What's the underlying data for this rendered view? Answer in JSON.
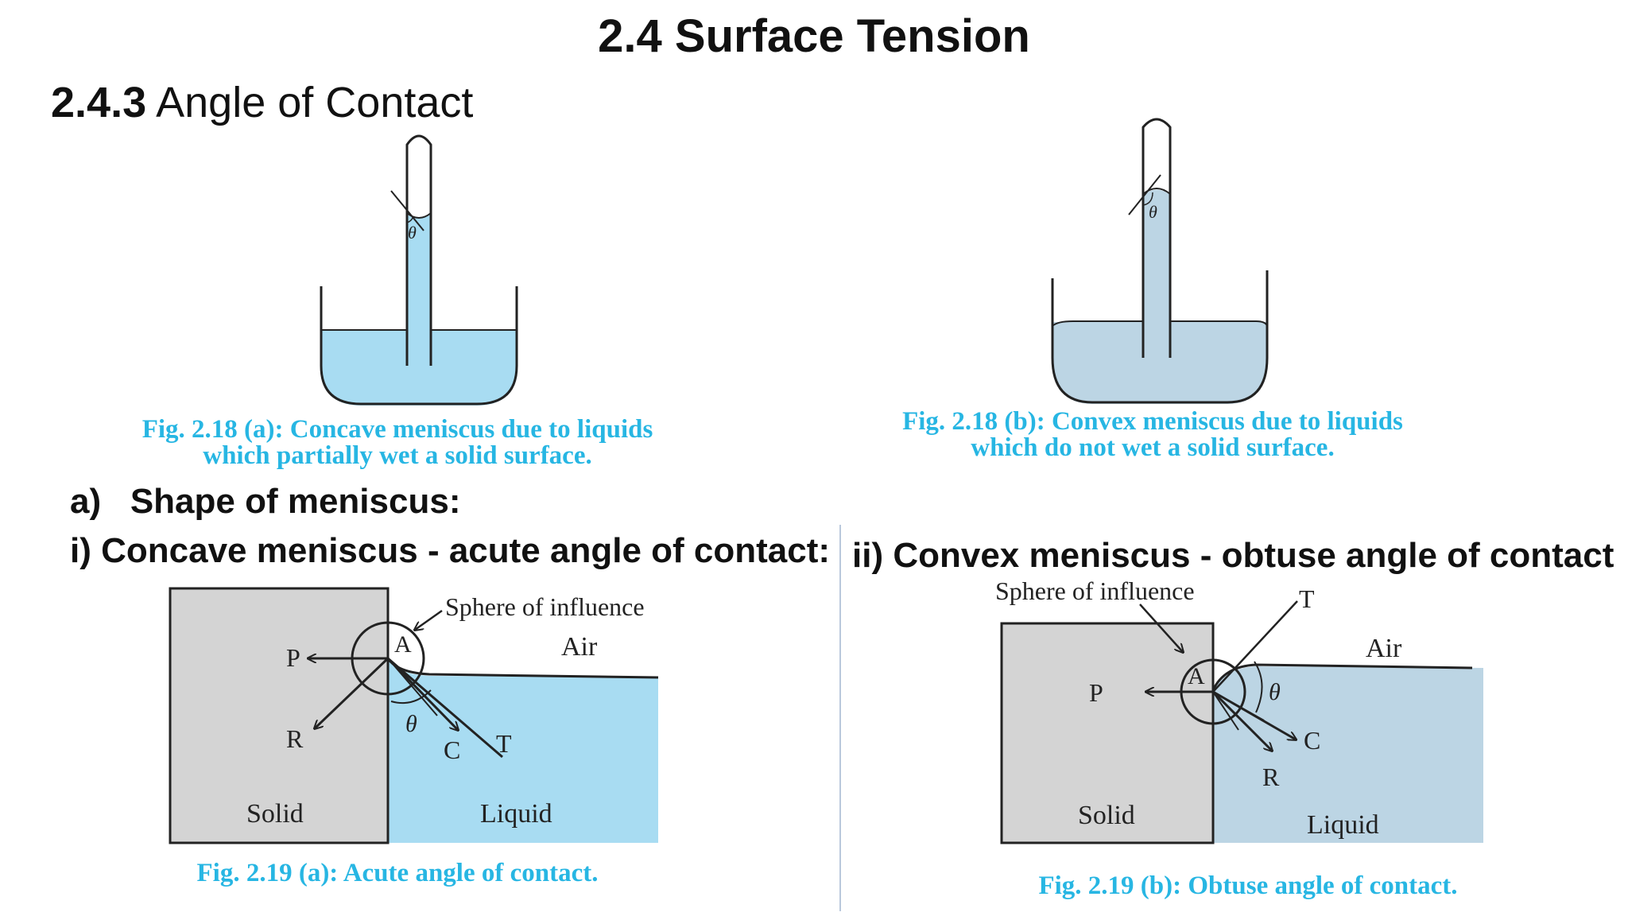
{
  "title": "2.4 Surface Tension",
  "subtitle": {
    "number": "2.4.3",
    "text": " Angle of Contact"
  },
  "fig_218a": {
    "caption_line1": "Fig. 2.18 (a): Concave meniscus due to liquids",
    "caption_line2": "which partially wet a solid surface.",
    "theta": "θ"
  },
  "fig_218b": {
    "caption_line1": "Fig. 2.18 (b): Convex meniscus due to liquids",
    "caption_line2": "which do not wet a solid surface.",
    "theta": "θ"
  },
  "section_a": {
    "label": "a)",
    "text": "Shape of meniscus:"
  },
  "section_i": "i) Concave meniscus - acute angle of contact:",
  "section_ii": "ii) Convex meniscus - obtuse angle of contact",
  "fig_219a": {
    "sphere_label": "Sphere of influence",
    "air": "Air",
    "solid": "Solid",
    "liquid": "Liquid",
    "A": "A",
    "P": "P",
    "R": "R",
    "C": "C",
    "T": "T",
    "theta": "θ",
    "caption": "Fig. 2.19 (a): Acute angle of contact."
  },
  "fig_219b": {
    "sphere_label": "Sphere of influence",
    "air": "Air",
    "solid": "Solid",
    "liquid": "Liquid",
    "A": "A",
    "P": "P",
    "R": "R",
    "C": "C",
    "T": "T",
    "theta": "θ",
    "caption": "Fig. 2.19 (b): Obtuse angle of contact."
  },
  "colors": {
    "concave_liquid": "#a8dcf2",
    "convex_liquid": "#bcd5e4",
    "solid": "#d4d4d4",
    "caption_text": "#27b6e3"
  }
}
